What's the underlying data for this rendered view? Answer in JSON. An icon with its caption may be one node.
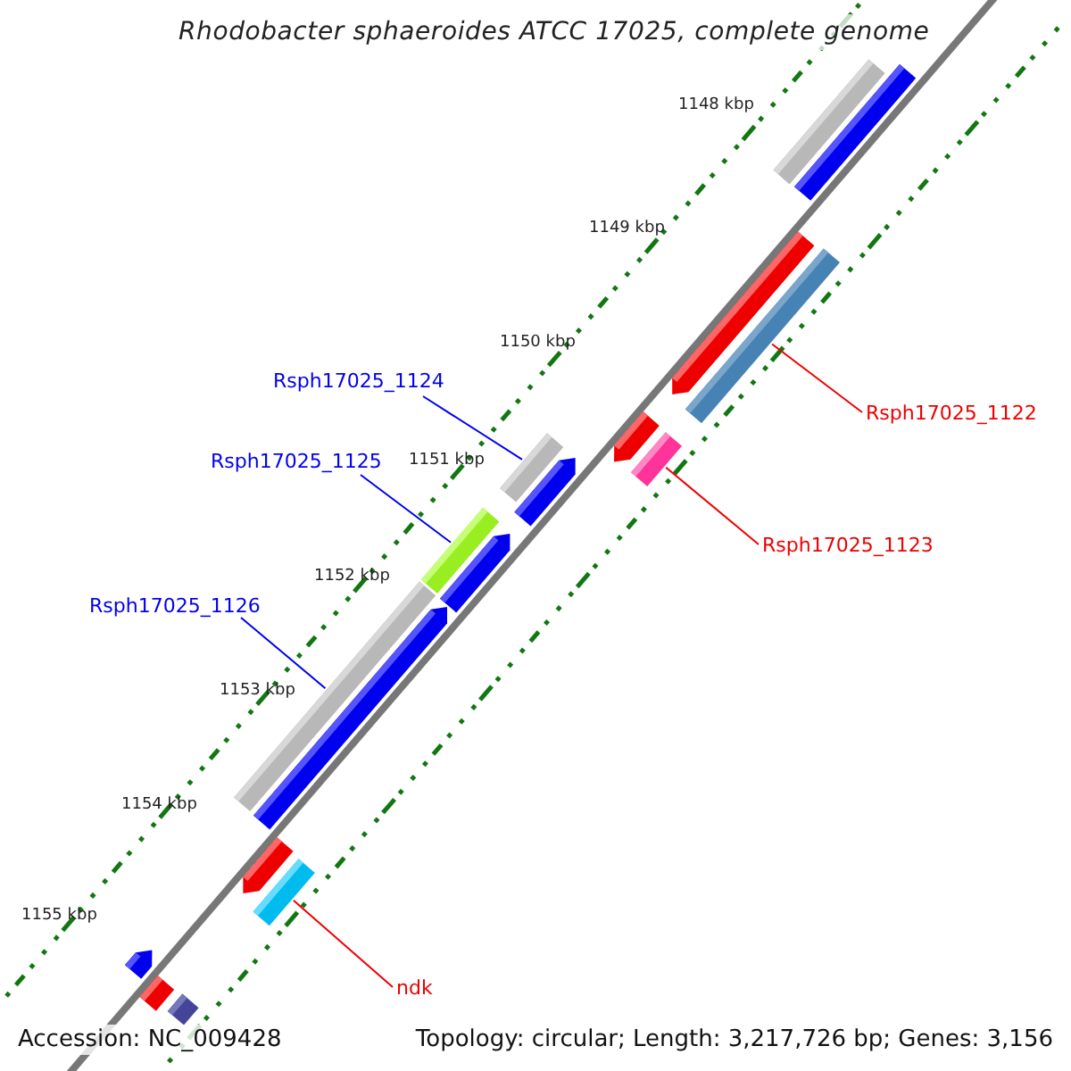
{
  "diagram": {
    "title": "Rhodobacter sphaeroides ATCC 17025, complete genome",
    "nodes": [
      {
        "text": [],
        "shape": "bar"
      },
      {
        "text": [],
        "shape": "bar"
      },
      {
        "text": [],
        "shape": "pentagon"
      },
      {
        "text": [],
        "shape": "bar"
      },
      {
        "text": [
          "Rsph17025_1124"
        ]
      },
      {
        "text": [],
        "shape": "pentagon"
      },
      {
        "text": [
          "Rsph17025_1122"
        ]
      },
      {
        "text": [],
        "shape": "bar"
      },
      {
        "text": [],
        "shape": "bar"
      },
      {
        "text": [],
        "shape": "pentagon"
      },
      {
        "text": [
          "Rsph17025_1125"
        ]
      },
      {
        "text": [],
        "shape": "bar"
      },
      {
        "text": [],
        "shape": "pentagon"
      },
      {
        "text": [
          "Rsph17025_1123"
        ]
      },
      {
        "text": [
          "Rsph17025_1126"
        ]
      },
      {
        "text": [],
        "shape": "bar"
      },
      {
        "text": [],
        "shape": "pentagon"
      },
      {
        "text": [],
        "shape": "pentagon"
      },
      {
        "text": [],
        "shape": "bar"
      },
      {
        "text": [],
        "shape": "pentagon"
      },
      {
        "text": [
          "ndk"
        ]
      },
      {
        "text": [],
        "shape": "bar"
      },
      {
        "text": [],
        "shape": "bar"
      }
    ],
    "edges": [
      {
        "from": 4,
        "to": 8,
        "arrow": "none",
        "color": "#0000ee"
      },
      {
        "from": 10,
        "to": 11,
        "arrow": "none",
        "color": "#0000ee"
      },
      {
        "from": 14,
        "to": 15,
        "arrow": "none",
        "color": "#0000ee"
      },
      {
        "from": 6,
        "to": 3,
        "arrow": "none",
        "color": "#ee0000"
      },
      {
        "from": 13,
        "to": 7,
        "arrow": "none",
        "color": "#ee0000"
      },
      {
        "from": 20,
        "to": 18,
        "arrow": "none",
        "color": "#ee0000"
      }
    ],
    "labels": [
      "1148 kbp",
      "1149 kbp",
      "1150 kbp",
      "1151 kbp",
      "1152 kbp",
      "1153 kbp",
      "1154 kbp",
      "1155 kbp",
      "Accession: NC_009428",
      "Topology: circular; Length: 3,217,726 bp; Genes: 3,156"
    ]
  }
}
